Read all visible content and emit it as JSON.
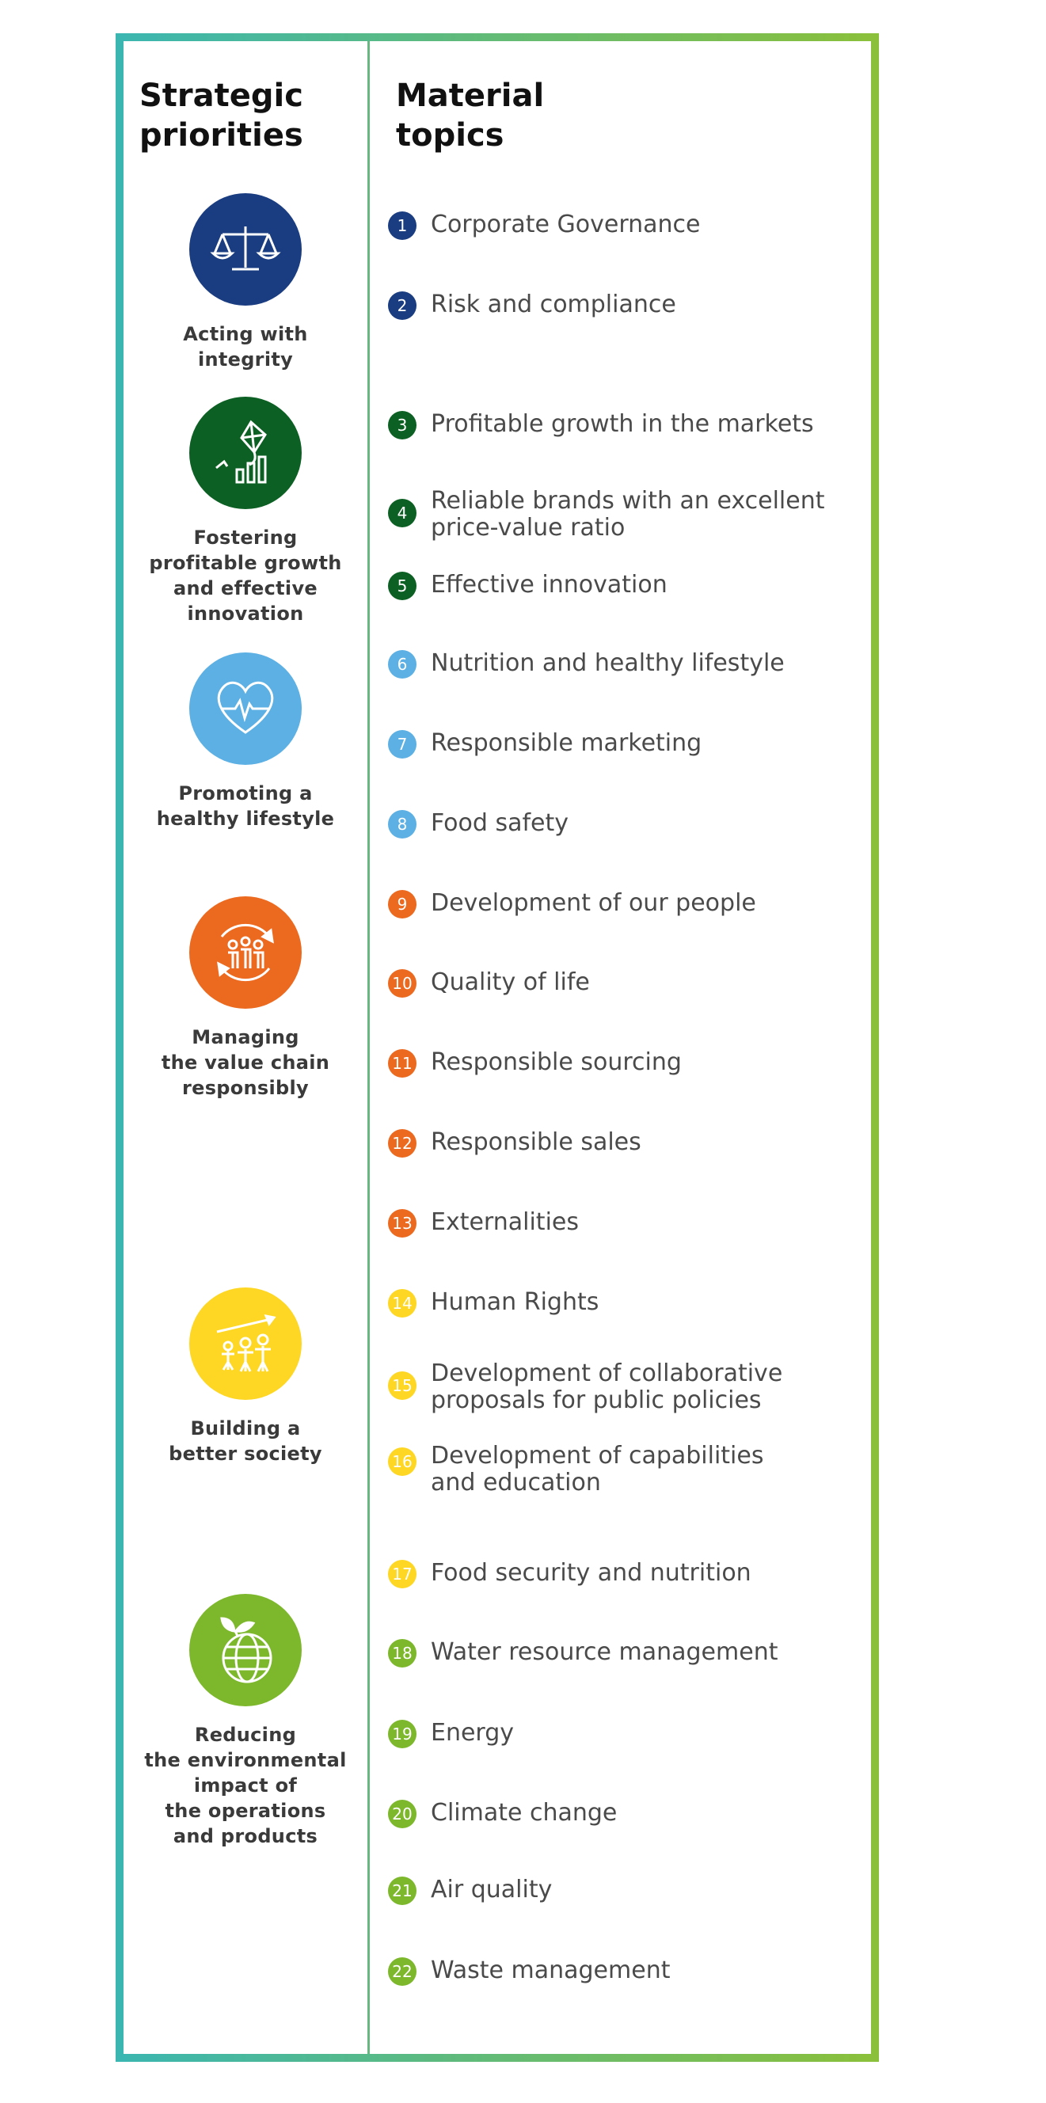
{
  "headers": {
    "left": "Strategic\npriorities",
    "right": "Material\ntopics"
  },
  "priorities": [
    {
      "label": "Acting with\nintegrity",
      "color": "#1a3c80",
      "icon": "scales-icon"
    },
    {
      "label": "Fostering\nprofitable growth\nand effective\ninnovation",
      "color": "#0d6024",
      "icon": "kite-growth-icon"
    },
    {
      "label": "Promoting a\nhealthy lifestyle",
      "color": "#5cb0e4",
      "icon": "heart-pulse-icon"
    },
    {
      "label": "Managing\nthe value chain\nresponsibly",
      "color": "#ec6a20",
      "icon": "people-cycle-icon"
    },
    {
      "label": "Building a\nbetter society",
      "color": "#fdd723",
      "icon": "people-growth-icon"
    },
    {
      "label": "Reducing\nthe environmental\nimpact of\nthe operations\nand products",
      "color": "#7db82c",
      "icon": "globe-leaf-icon"
    }
  ],
  "topics": [
    {
      "num": "1",
      "text": "Corporate Governance",
      "color": "#1a3c80"
    },
    {
      "num": "2",
      "text": "Risk and compliance",
      "color": "#1a3c80"
    },
    {
      "num": "3",
      "text": "Profitable growth in the markets",
      "color": "#0d6024"
    },
    {
      "num": "4",
      "text": "Reliable brands with an excellent\nprice-value ratio",
      "color": "#0d6024"
    },
    {
      "num": "5",
      "text": "Effective innovation",
      "color": "#0d6024"
    },
    {
      "num": "6",
      "text": "Nutrition and healthy lifestyle",
      "color": "#5cb0e4"
    },
    {
      "num": "7",
      "text": "Responsible marketing",
      "color": "#5cb0e4"
    },
    {
      "num": "8",
      "text": "Food safety",
      "color": "#5cb0e4"
    },
    {
      "num": "9",
      "text": "Development of our people",
      "color": "#ec6a20"
    },
    {
      "num": "10",
      "text": "Quality of life",
      "color": "#ec6a20"
    },
    {
      "num": "11",
      "text": "Responsible sourcing",
      "color": "#ec6a20"
    },
    {
      "num": "12",
      "text": "Responsible sales",
      "color": "#ec6a20"
    },
    {
      "num": "13",
      "text": "Externalities",
      "color": "#ec6a20"
    },
    {
      "num": "14",
      "text": "Human Rights",
      "color": "#fdd723"
    },
    {
      "num": "15",
      "text": "Development of collaborative\nproposals for public policies",
      "color": "#fdd723"
    },
    {
      "num": "16",
      "text": "Development of capabilities\nand education",
      "color": "#fdd723"
    },
    {
      "num": "17",
      "text": "Food security and nutrition",
      "color": "#fdd723"
    },
    {
      "num": "18",
      "text": "Water resource management",
      "color": "#7db82c"
    },
    {
      "num": "19",
      "text": "Energy",
      "color": "#7db82c"
    },
    {
      "num": "20",
      "text": "Climate change",
      "color": "#7db82c"
    },
    {
      "num": "21",
      "text": "Air quality",
      "color": "#7db82c"
    },
    {
      "num": "22",
      "text": "Waste management",
      "color": "#7db82c"
    }
  ]
}
